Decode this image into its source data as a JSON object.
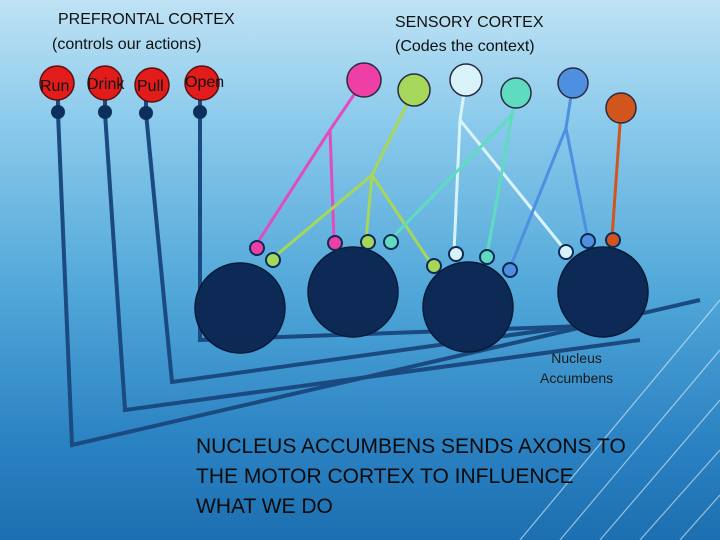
{
  "prefrontal": {
    "title": "PREFRONTAL CORTEX",
    "subtitle": "(controls our actions)",
    "actions": [
      "Run",
      "Drink",
      "Pull",
      "Open"
    ]
  },
  "sensory": {
    "title": "SENSORY CORTEX",
    "subtitle": "(Codes the context)"
  },
  "nucleus_label": [
    "Nucleus",
    "Accumbens"
  ],
  "caption": [
    "NUCLEUS ACCUMBENS SENDS AXONS TO",
    "THE MOTOR CORTEX TO INFLUENCE",
    "WHAT WE DO"
  ],
  "colors": {
    "action_neuron": "#e21b1b",
    "soma": "#0d2f5c",
    "nucleus_body": "#0c2a55",
    "axon_dark": "#1a4a80",
    "sensory_neurons": [
      "#ee3fa6",
      "#a6d65a",
      "#d9f3fb",
      "#5fdcc0",
      "#4f8fe0",
      "#d0561e"
    ]
  }
}
